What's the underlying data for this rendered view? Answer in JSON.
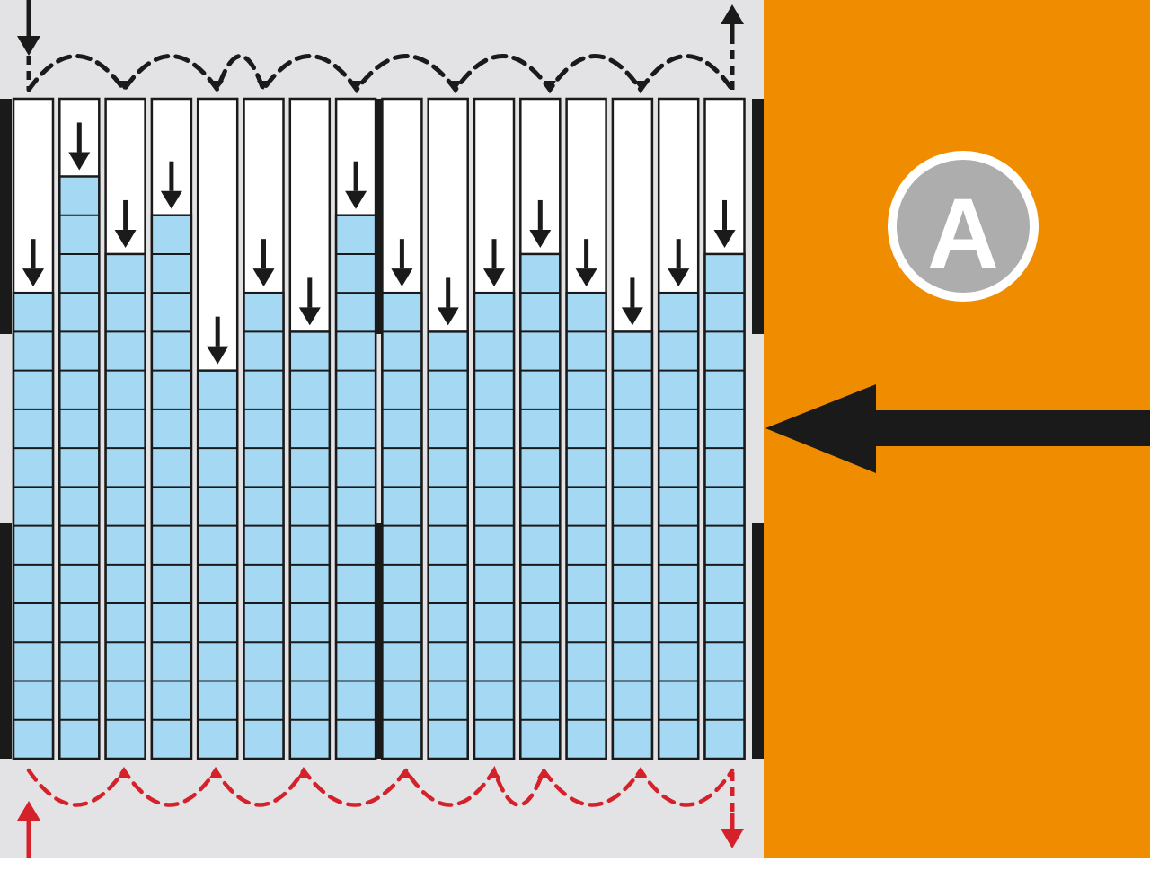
{
  "badge": {
    "label": "A"
  },
  "colors": {
    "panel_bg": "#e3e3e5",
    "accent_orange": "#f08c00",
    "liquid_blue": "#a5d8f3",
    "outline_black": "#1a1a1a",
    "inlet_black": "#1a1a1a",
    "outlet_red": "#d4212a",
    "badge_fill": "#adadad",
    "badge_ring": "#ffffff"
  },
  "tubes": {
    "count": 16,
    "total_rows": 17,
    "filled_rows": [
      12,
      15,
      13,
      14,
      10,
      12,
      11,
      14,
      12,
      11,
      12,
      13,
      12,
      11,
      12,
      13
    ]
  },
  "icons": {
    "inlet": "down-arrow-icon",
    "outlet": "down-arrow-icon",
    "return": "up-arrow-icon",
    "feed": "left-arrow-icon",
    "level": "down-arrow-icon"
  }
}
